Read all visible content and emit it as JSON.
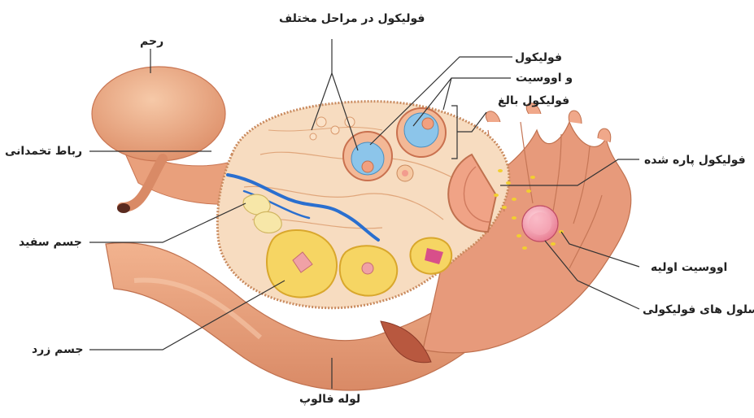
{
  "labels": {
    "follicle_stages": "فولیکول در مراحل مختلف",
    "uterus": "رحم",
    "follicle": "فولیکول",
    "and_oocyte": "و اووسیت",
    "mature_follicle": "فولیکول بالغ",
    "ovarian_ligament": "رباط تخمدانی",
    "ruptured_follicle": "فولیکول پاره شده",
    "corpus_albicans": "جسم سفید",
    "primary_oocyte": "اووسیت اولیه",
    "follicular_cells": "سلول های فولیکولی",
    "corpus_luteum": "جسم زرد",
    "fallopian_tube": "لوله فالوپ"
  }
}
